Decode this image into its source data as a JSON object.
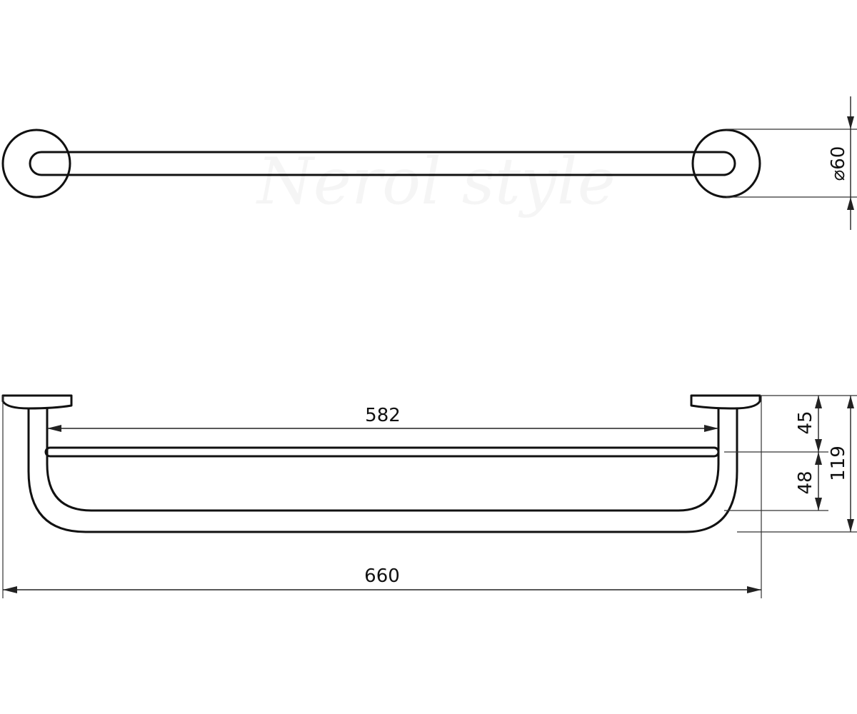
{
  "dimensions": {
    "rosette_diameter": "60",
    "inner_length": "582",
    "overall_length": "660",
    "upper_depth": "45",
    "lower_depth": "48",
    "overall_depth": "119"
  },
  "symbols": {
    "diameter": "⌀"
  }
}
